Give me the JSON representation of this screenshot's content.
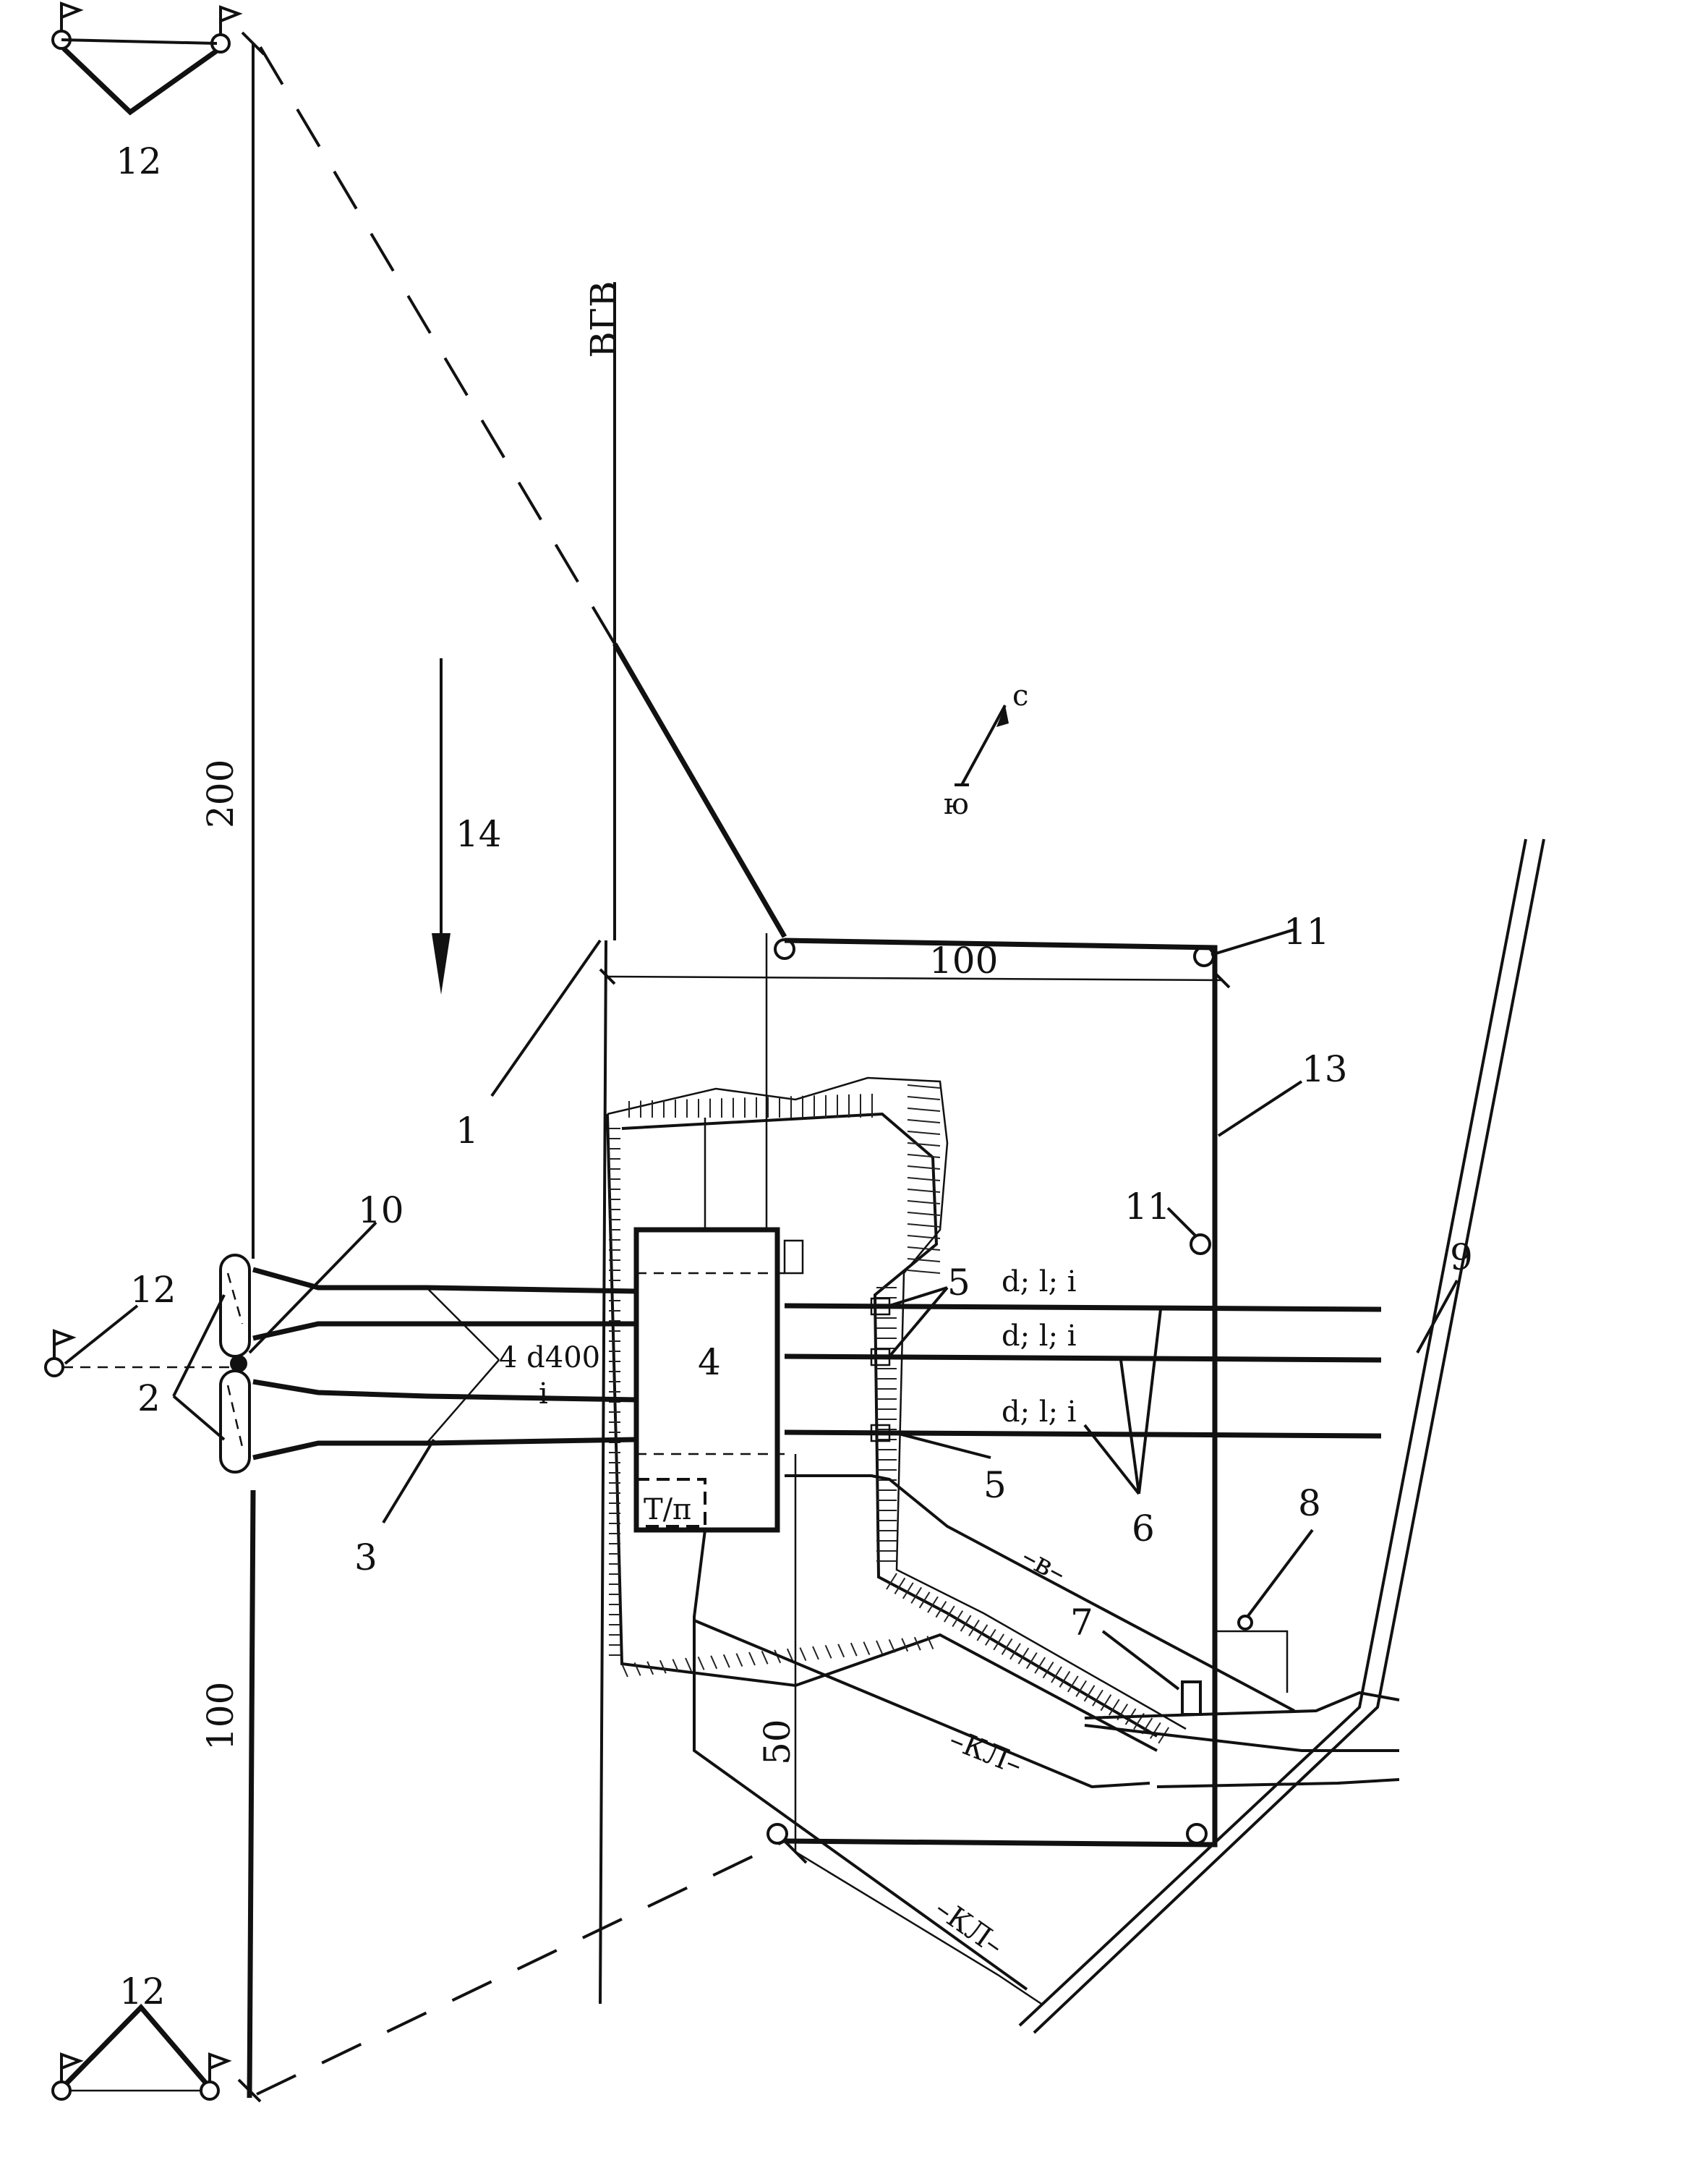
{
  "labels": {
    "l1": "1",
    "l2": "2",
    "l3": "3",
    "l4": "4",
    "l5a": "5",
    "l5b": "5",
    "l6": "6",
    "l7": "7",
    "l8": "8",
    "l9": "9",
    "l10": "10",
    "l11a": "11",
    "l11b": "11",
    "l12a": "12",
    "l12b": "12",
    "l12c": "12",
    "l13": "13",
    "l14": "14"
  },
  "dims": {
    "d200": "200",
    "d100_left": "100",
    "d100_top": "100",
    "d50": "50"
  },
  "text": {
    "vgv": "ВГВ",
    "pipes": "4 d400",
    "i_left": "i",
    "dli1": "d; l; i",
    "dli2": "d; l; i",
    "dli3": "d; l; i",
    "tp": "Т/п",
    "north": "с",
    "south": "ю",
    "vl": "–в–",
    "kl1": "–КЛ–",
    "kl2": "–КЛ–"
  },
  "colors": {
    "ink": "#111111",
    "paper": "#ffffff"
  }
}
